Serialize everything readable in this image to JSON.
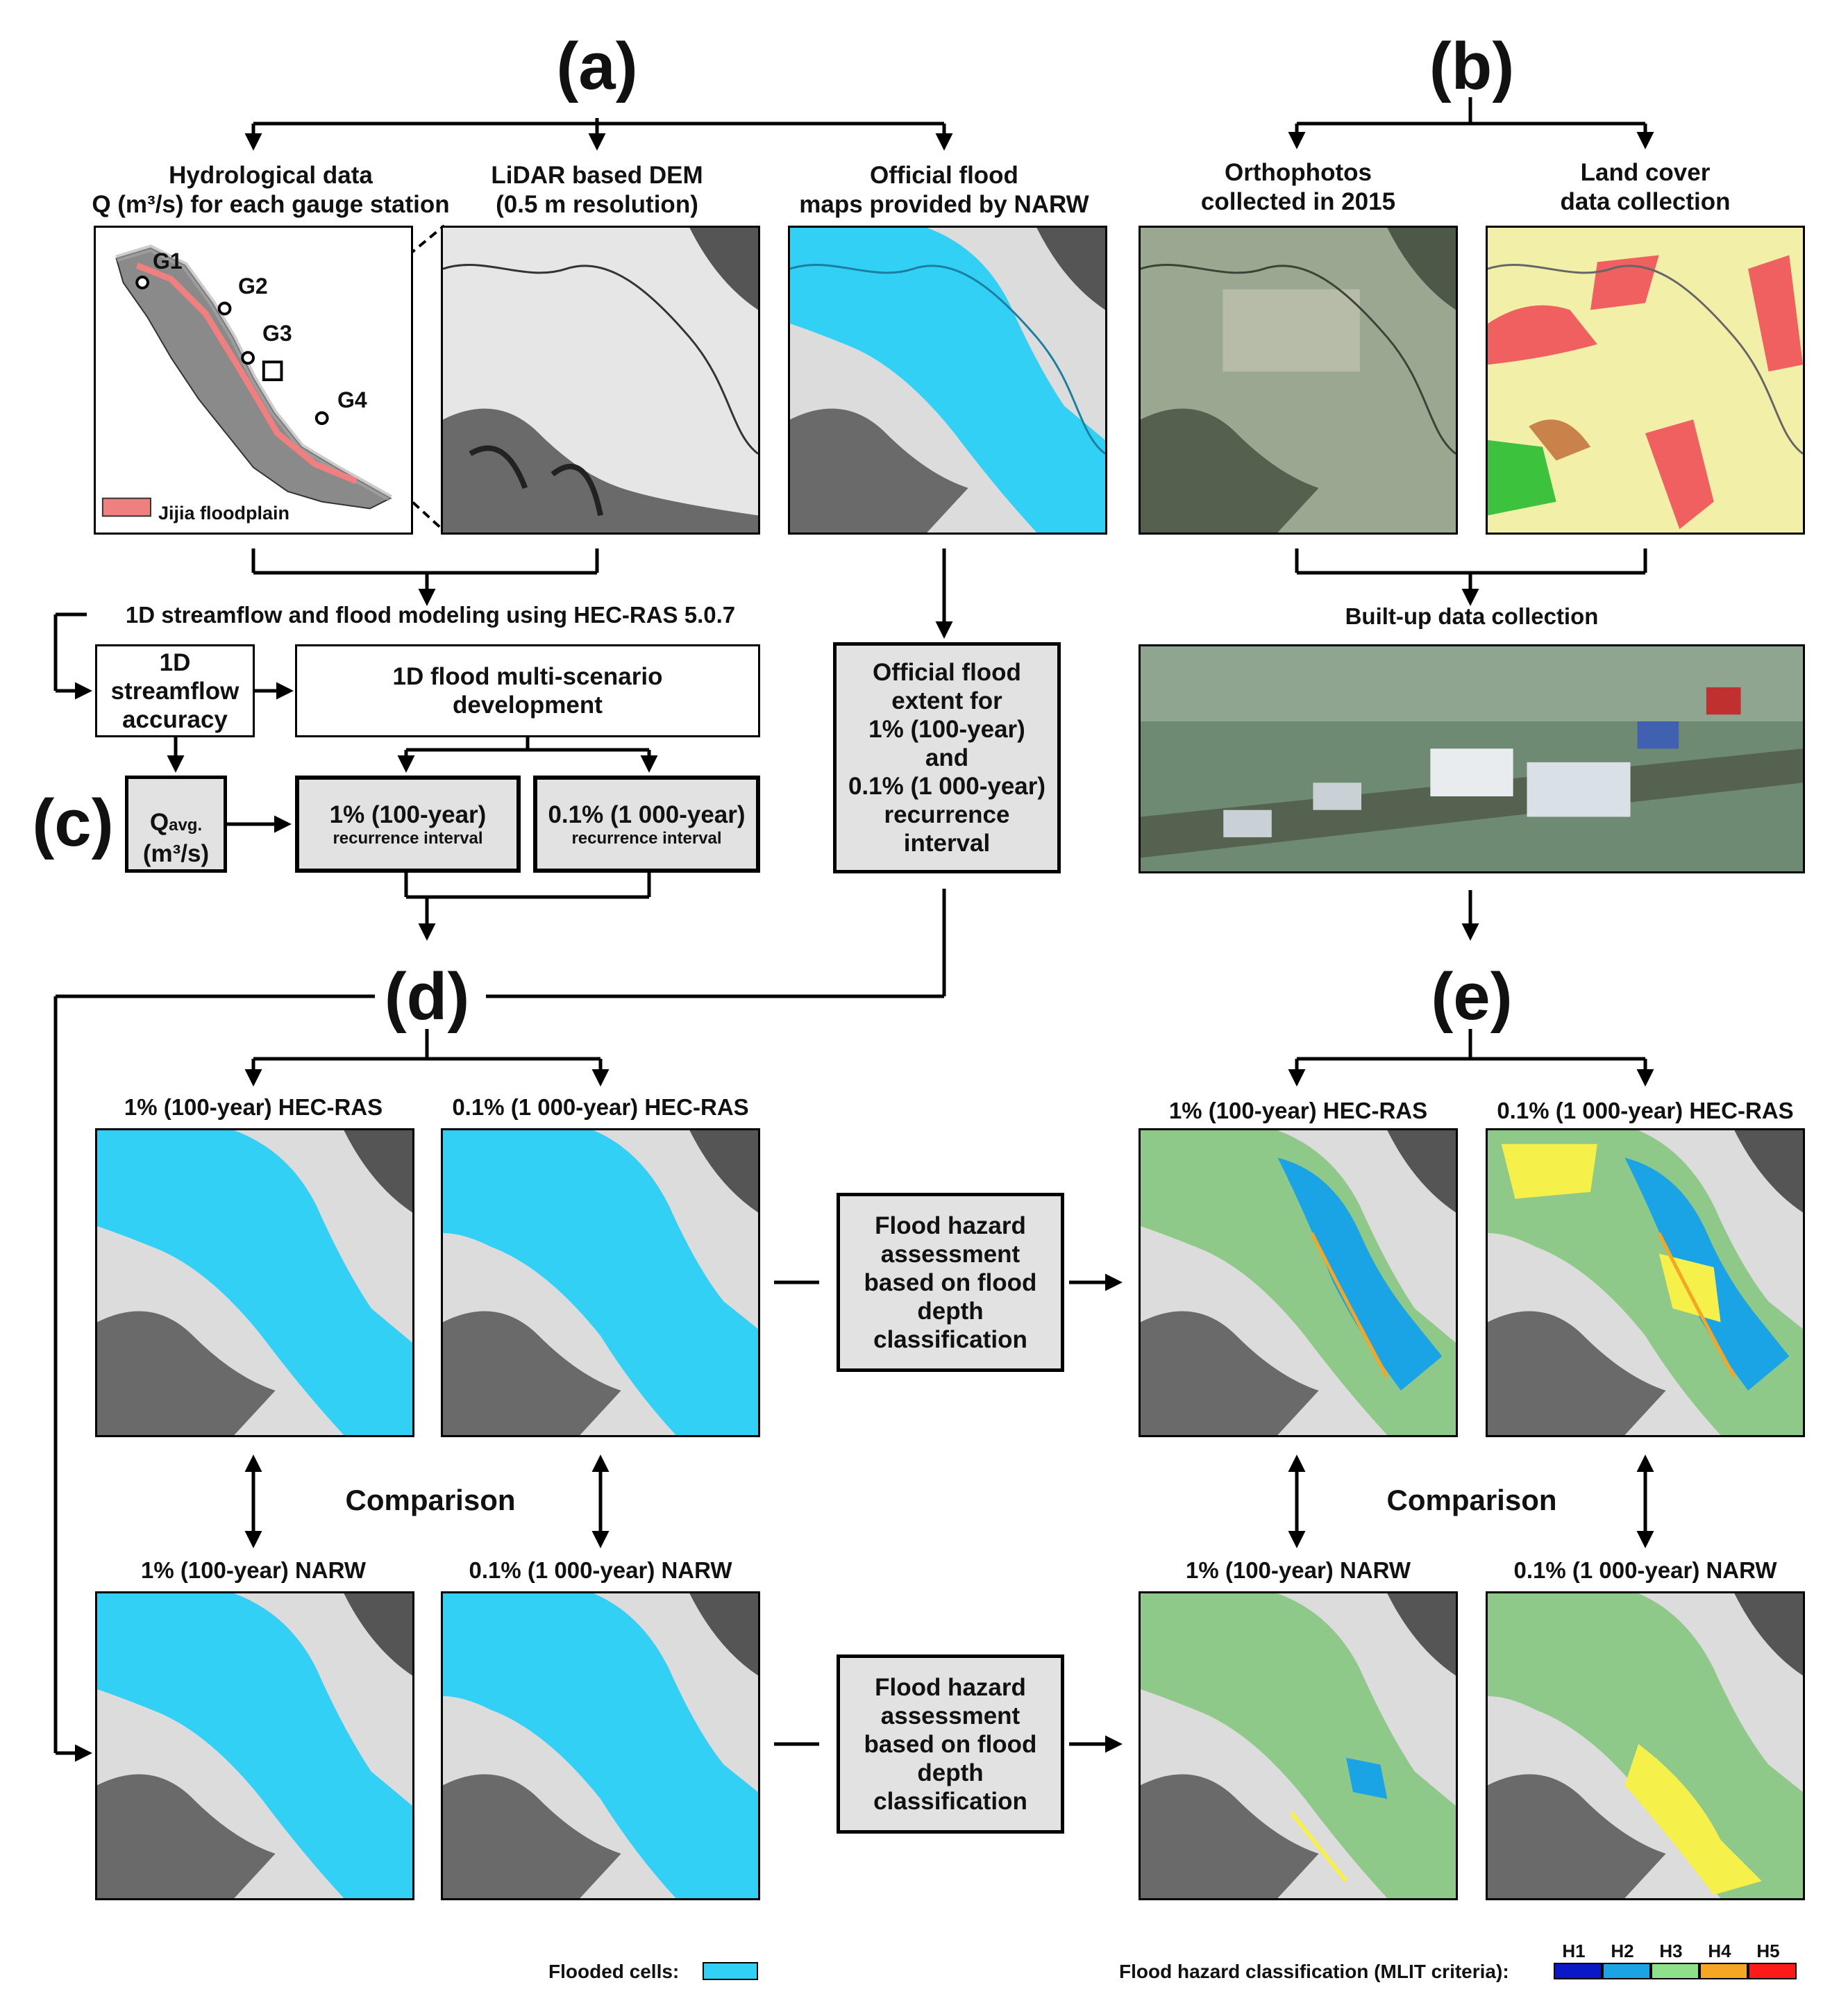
{
  "sections": {
    "a": "(a)",
    "b": "(b)",
    "c": "(c)",
    "d": "(d)",
    "e": "(e)"
  },
  "top_captions": {
    "hydro": "Hydrological data\nQ (m³/s) for each gauge station",
    "lidar": "LiDAR based DEM\n(0.5 m resolution)",
    "official": "Official flood\nmaps provided by NARW",
    "ortho": "Orthophotos\ncollected in 2015",
    "landcover": "Land cover\ndata collection"
  },
  "locator_map": {
    "gauges": [
      "G1",
      "G2",
      "G3",
      "G4"
    ],
    "legend": "Jijia floodplain"
  },
  "modeling": {
    "title": "1D streamflow and flood modeling using HEC-RAS 5.0.7",
    "accuracy_box": "1D\nstreamflow\naccuracy",
    "scenario_box": "1D flood multi-scenario\ndevelopment",
    "q_main": "Q",
    "q_sub": "avg.",
    "q_unit": "(m³/s)",
    "rec1_main": "1% (100-year)",
    "rec1_sub": "recurrence interval",
    "rec2_main": "0.1% (1 000-year)",
    "rec2_sub": "recurrence interval"
  },
  "official_extent_box": "Official flood\nextent for\n1% (100-year)\nand\n0.1% (1 000-year)\nrecurrence\ninterval",
  "builtup_title": "Built-up data collection",
  "d_panels": {
    "hec1": "1% (100-year) HEC-RAS",
    "hec01": "0.1% (1 000-year) HEC-RAS",
    "narw1": "1% (100-year) NARW",
    "narw01": "0.1% (1 000-year) NARW",
    "comparison": "Comparison"
  },
  "e_panels": {
    "hec1": "1% (100-year) HEC-RAS",
    "hec01": "0.1% (1 000-year) HEC-RAS",
    "narw1": "1% (100-year) NARW",
    "narw01": "0.1% (1 000-year) NARW",
    "comparison": "Comparison"
  },
  "hazard_box": "Flood hazard\nassessment\nbased on flood\ndepth\nclassification",
  "legend": {
    "flooded": "Flooded cells:",
    "flooded_color": "#33d0f5",
    "hazard": "Flood hazard classification (MLIT criteria):",
    "classes": [
      {
        "label": "H1",
        "color": "#0a18c8"
      },
      {
        "label": "H2",
        "color": "#1aa4e6"
      },
      {
        "label": "H3",
        "color": "#8fe08a"
      },
      {
        "label": "H4",
        "color": "#f5a623"
      },
      {
        "label": "H5",
        "color": "#ff1a1a"
      }
    ]
  }
}
